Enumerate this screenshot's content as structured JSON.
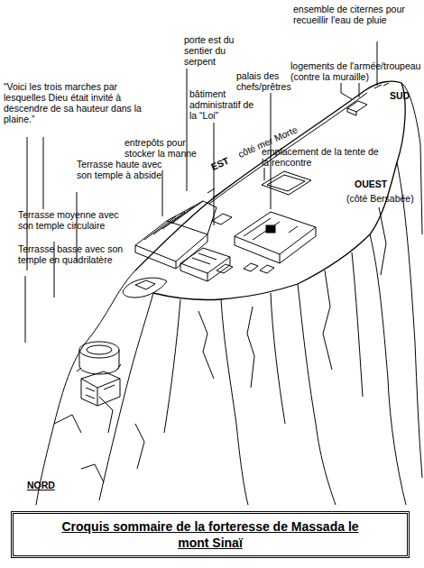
{
  "diagram": {
    "title": "Croquis sommaire de la forteresse de Massada le mont Sinaï",
    "labels": [
      "ensemble de citernes pour recueillir l'eau de pluie",
      "porte est du sentier du serpent",
      "logements de l'armée/troupeau (contre la muraille)",
      "palais des chefs/prêtres",
      "SUD",
      "bâtiment administratif de la “Loi”",
      "“Voici les trois marches par lesquelles Dieu était invité à descendre de sa hauteur dans la plaine.”",
      "entrepôts pour stocker la manne",
      "EST",
      "côté mer Morte",
      "emplacement de la tente de la rencontre",
      "Terrasse haute avec son temple à abside",
      "OUEST",
      "(côté Bersabée)",
      "Terrasse moyenne avec son temple circulaire",
      "Terrasse basse avec son temple en quadrilatère",
      "NORD"
    ]
  }
}
